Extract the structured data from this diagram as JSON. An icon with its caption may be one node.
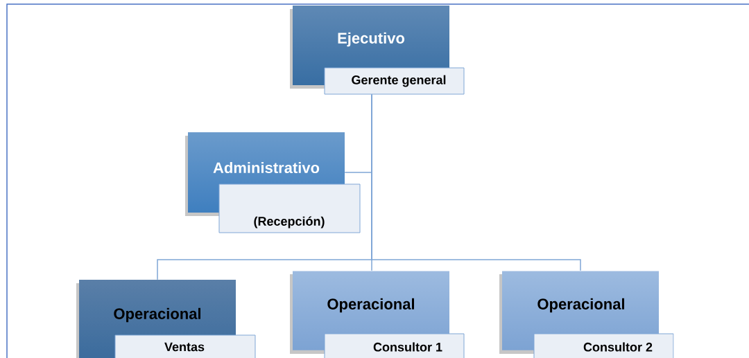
{
  "diagram": {
    "nodes": [
      {
        "text": [
          "Ejecutivo",
          "Gerente general"
        ]
      },
      {
        "text": [
          "Administrativo",
          "(Recepción)"
        ]
      },
      {
        "text": [
          "Operacional",
          "Ventas"
        ]
      },
      {
        "text": [
          "Operacional",
          "Consultor 1"
        ]
      },
      {
        "text": [
          "Operacional",
          "Consultor 2"
        ]
      }
    ],
    "edges": [
      {
        "from": 0,
        "to": 1,
        "arrow": "none"
      },
      {
        "from": 0,
        "to": 2,
        "arrow": "none"
      },
      {
        "from": 0,
        "to": 3,
        "arrow": "none"
      },
      {
        "from": 0,
        "to": 4,
        "arrow": "none"
      }
    ]
  }
}
